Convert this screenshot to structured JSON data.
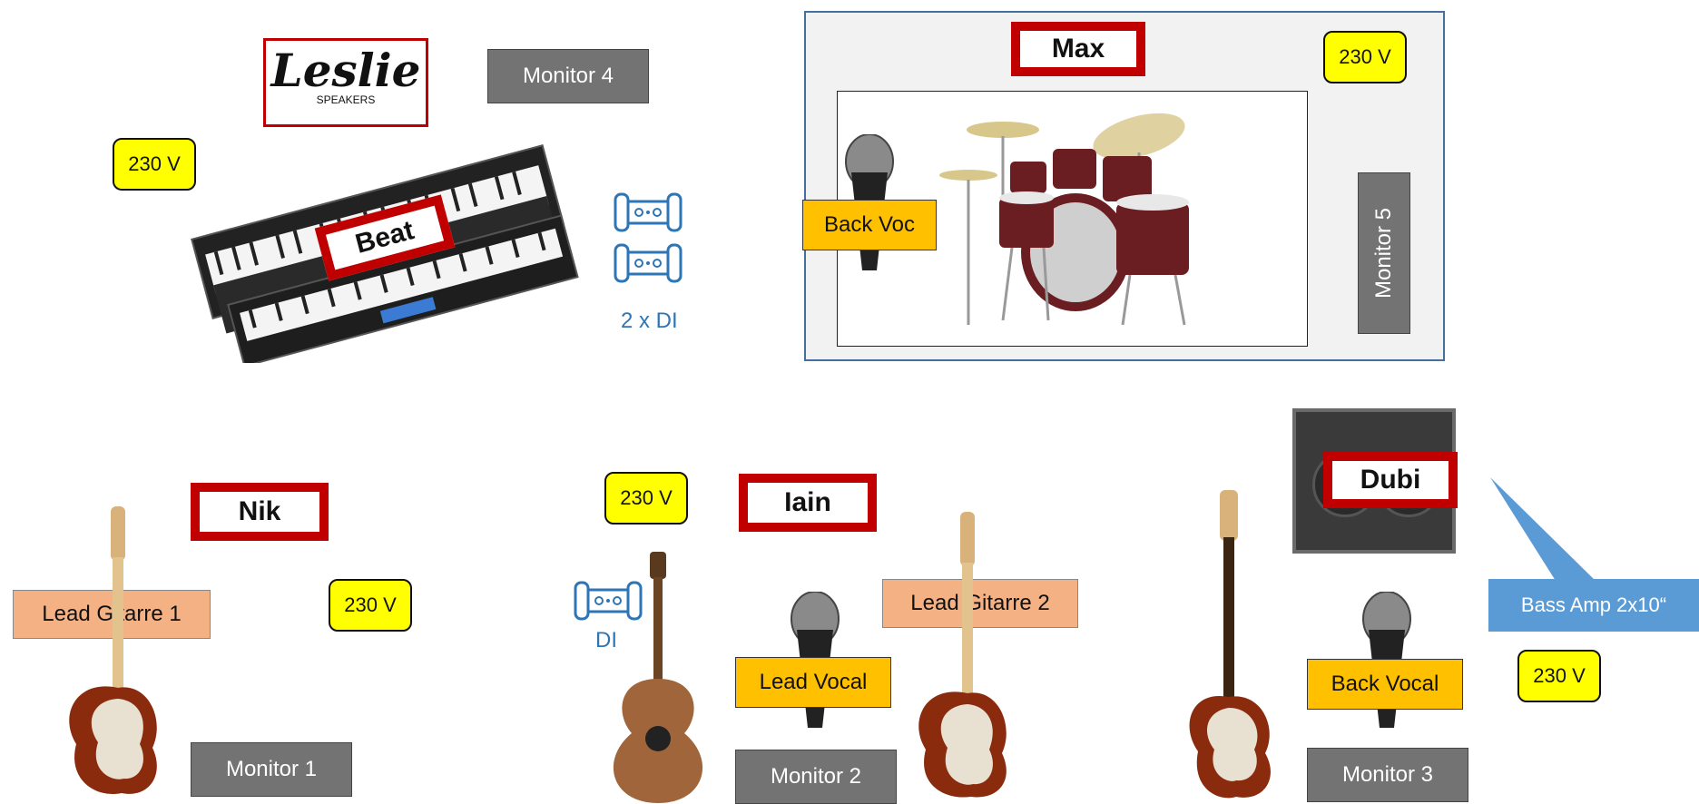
{
  "power": {
    "label": "230 V"
  },
  "monitors": {
    "m1": "Monitor 1",
    "m2": "Monitor 2",
    "m3": "Monitor 3",
    "m4": "Monitor 4",
    "m5": "Monitor 5"
  },
  "musicians": {
    "max": "Max",
    "beat": "Beat",
    "nik": "Nik",
    "iain": "Iain",
    "dubi": "Dubi"
  },
  "vocals": {
    "back_voc": "Back Voc",
    "lead_vocal": "Lead Vocal",
    "back_vocal": "Back Vocal"
  },
  "guitars": {
    "lead1": "Lead  Gitarre 1",
    "lead2": "Lead  Gitarre 2"
  },
  "di": {
    "two": "2 x DI",
    "one": "DI"
  },
  "callout": {
    "bass_amp": "Bass Amp 2x10“"
  },
  "logo": {
    "brand": "Leslie",
    "sub": "SPEAKERS"
  },
  "colors": {
    "name_border": "#c00000",
    "power": "#ffff00",
    "vocal": "#ffc000",
    "lead": "#f4b183",
    "monitor": "#737373",
    "callout": "#5b9bd5",
    "di": "#2e75b6"
  }
}
